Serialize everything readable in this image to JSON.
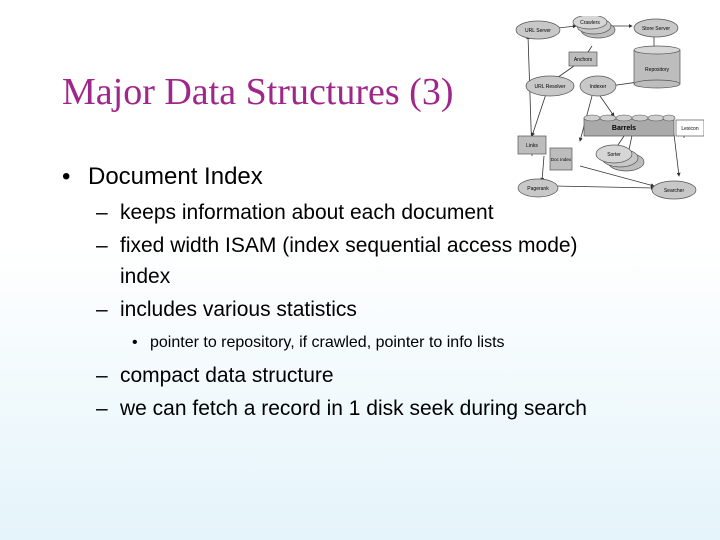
{
  "slide": {
    "title": "Major Data Structures (3)",
    "bullets": [
      {
        "marker": "•",
        "text": "Document Index",
        "subitems": [
          {
            "marker": "–",
            "text": "keeps information about each document"
          },
          {
            "marker": "–",
            "text": "fixed width ISAM (index sequential access mode)",
            "continuation": "index"
          },
          {
            "marker": "–",
            "text": "includes various statistics",
            "subitems": [
              {
                "marker": "•",
                "text": "pointer to repository, if crawled, pointer to info lists"
              }
            ]
          },
          {
            "marker": "–",
            "text": "compact data structure"
          },
          {
            "marker": "–",
            "text": "we can fetch a record in 1 disk seek during search"
          }
        ]
      }
    ]
  },
  "diagram": {
    "labels": {
      "url_server": "URL Server",
      "crawlers": "Crawlers",
      "store_server": "Store Server",
      "anchors": "Anchors",
      "repository": "Repository",
      "url_resolver": "URL Resolver",
      "indexer": "Indexer",
      "barrels": "Barrels",
      "lexicon": "Lexicon",
      "links": "Links",
      "doc_index": "Doc Index",
      "sorter": "Sorter",
      "pagerank": "Pagerank",
      "searcher": "Searcher"
    },
    "colors": {
      "node_fill": "#c8c8c8",
      "node_stroke": "#555555",
      "box_fill": "#bdbdbd"
    }
  }
}
